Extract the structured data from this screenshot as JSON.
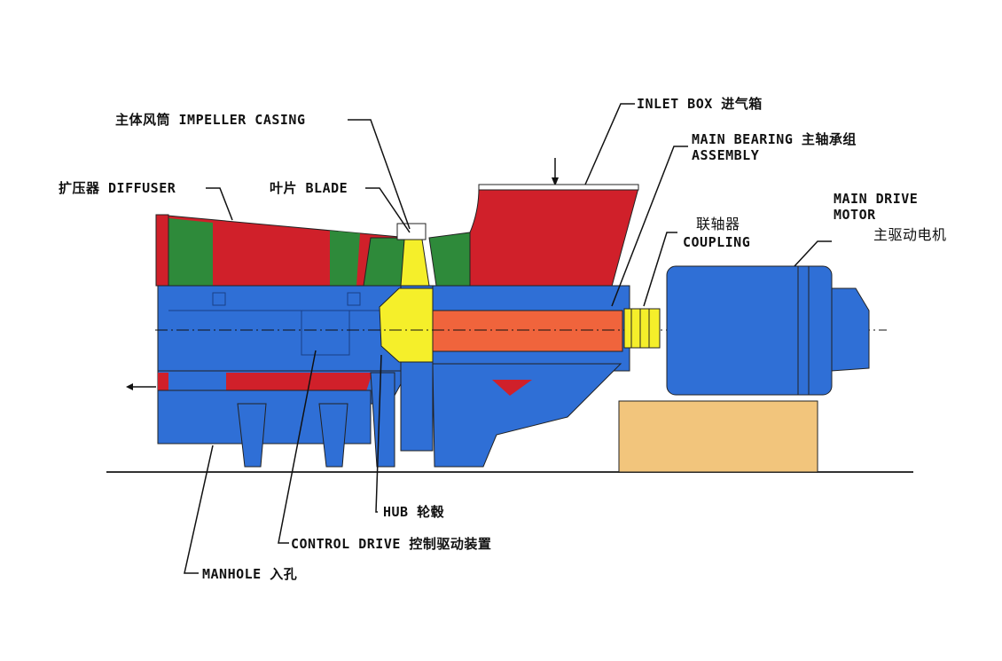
{
  "labels": {
    "impeller_casing": "主体风筒 IMPELLER CASING",
    "inlet_box": "INLET BOX 进气箱",
    "main_bearing_line1": "MAIN BEARING 主轴承组",
    "main_bearing_line2": "ASSEMBLY",
    "diffuser": "扩压器 DIFFUSER",
    "blade": "叶片 BLADE",
    "main_drive_line1": "MAIN DRIVE",
    "main_drive_line2": "MOTOR",
    "main_drive_cn": "主驱动电机",
    "coupling_cn": "联轴器",
    "coupling_en": "COUPLING",
    "hub": "HUB 轮毂",
    "control_drive": "CONTROL DRIVE 控制驱动装置",
    "manhole": "MANHOLE 入孔"
  },
  "colors": {
    "red": "#d0202a",
    "green": "#2e8a3a",
    "blue": "#2f6fd6",
    "yellow": "#f5ef2a",
    "orange": "#f0643c",
    "tan": "#f2c57c",
    "line": "#111111"
  }
}
